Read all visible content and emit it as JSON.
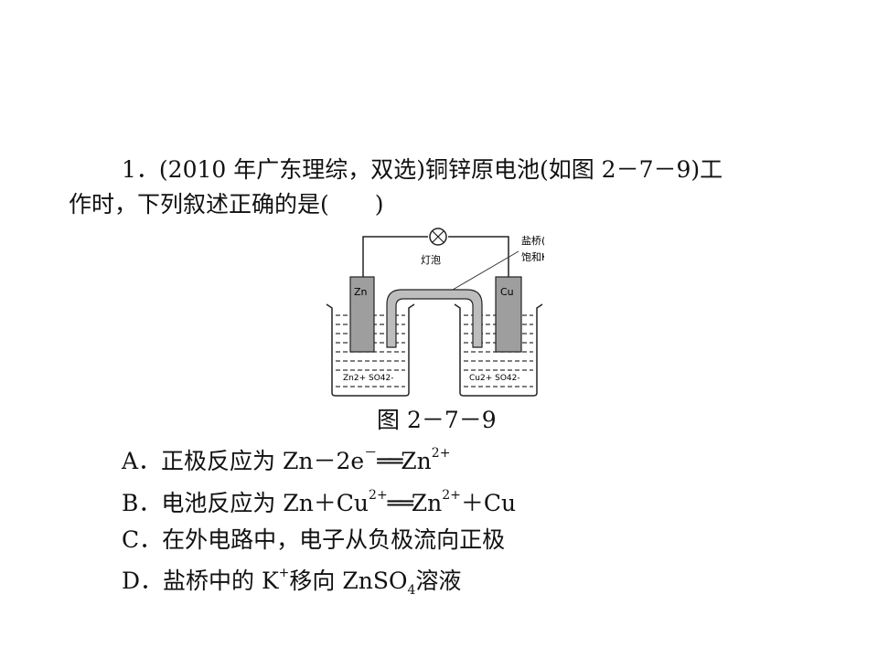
{
  "question": {
    "line1": "1．(2010 年广东理综，双选)铜锌原电池(如图 2－7－9)工",
    "line2": "作时，下列叙述正确的是(　　)"
  },
  "figure": {
    "lamp_label": "灯泡",
    "bridge_label_1": "盐桥(装有琼脂-",
    "bridge_label_2": "饱和KCl溶液)",
    "zn_label": "Zn",
    "cu_label": "Cu",
    "left_solution": "Zn2+  SO42-",
    "right_solution": "Cu2+  SO42-",
    "caption": "图 2－7－9"
  },
  "options": {
    "a_prefix": "A．正极反应为 Zn－2e",
    "a_sup1": "－",
    "a_eq": "══",
    "a_product": "Zn",
    "a_sup2": "2+",
    "b_prefix": "B．电池反应为 Zn＋Cu",
    "b_sup1": "2+",
    "b_eq": "══",
    "b_mid": "Zn",
    "b_sup2": "2+",
    "b_end": "＋Cu",
    "c": "C．在外电路中，电子从负极流向正极",
    "d_prefix": "D．盐桥中的 K",
    "d_sup": "+",
    "d_mid": "移向 ZnSO",
    "d_sub": "4",
    "d_end": "溶液"
  }
}
